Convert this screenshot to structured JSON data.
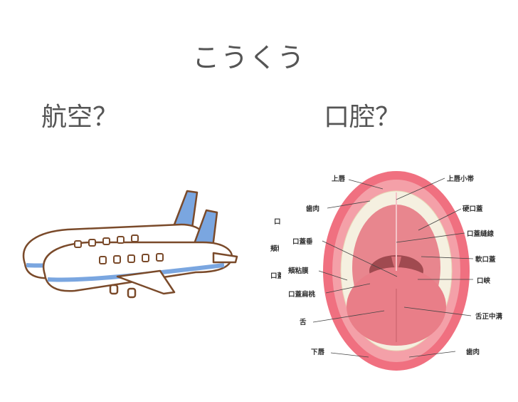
{
  "title": "こうくう",
  "left_caption": "航空？",
  "right_caption": "口腔？",
  "diagram_labels": {
    "upper_lip": "上唇",
    "upper_lip_frenulum": "上唇小帯",
    "gum_upper": "歯肉",
    "hard_palate": "硬口蓋",
    "palatine_raphe": "口蓋縫線",
    "uvula": "口蓋垂",
    "soft_palate": "軟口蓋",
    "buccal_mucosa": "頬粘膜",
    "fauces": "口峡",
    "palatine_tonsil": "口蓋扁桃",
    "tongue": "舌",
    "median_sulcus": "舌正中溝",
    "lower_lip": "下唇",
    "gum_lower": "歯肉",
    "cut_1": "口",
    "cut_2": "頬粘",
    "cut_3": "口蓋"
  }
}
